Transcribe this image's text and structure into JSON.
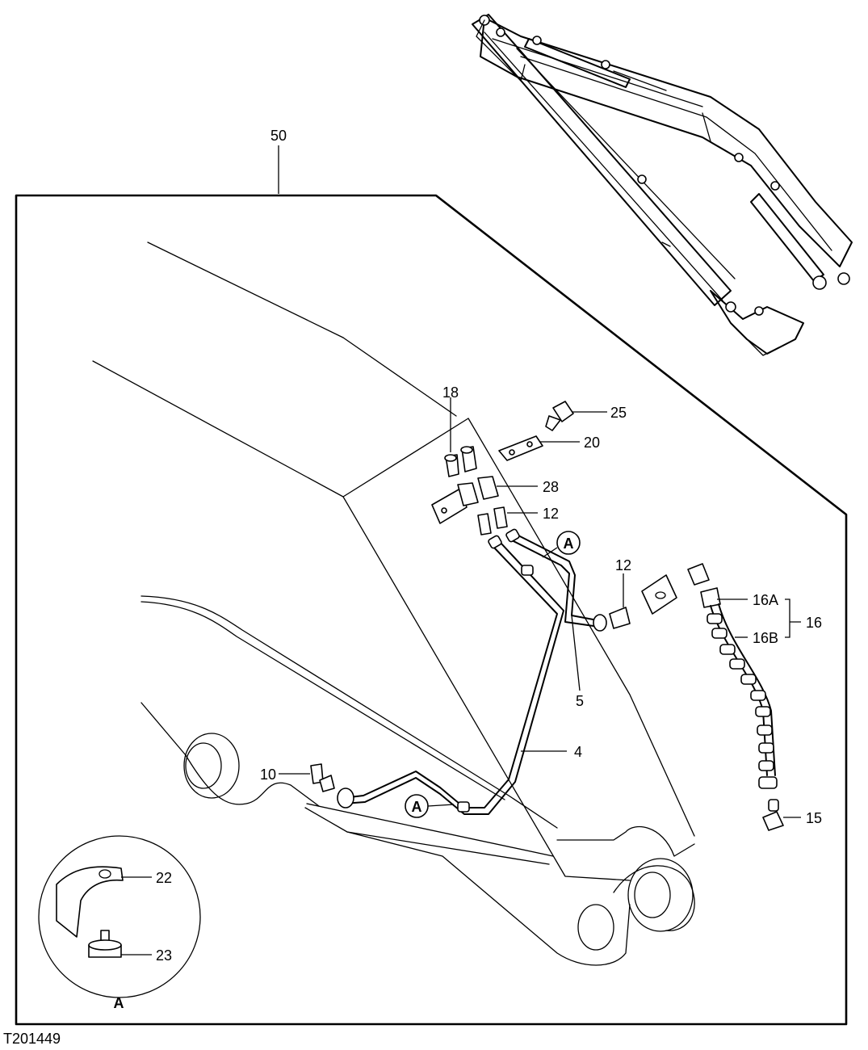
{
  "figure_code": "T201449",
  "callouts": {
    "c50": "50",
    "c18": "18",
    "c25": "25",
    "c20": "20",
    "c28": "28",
    "c12a": "12",
    "c12b": "12",
    "c16A": "16A",
    "c16": "16",
    "c16B": "16B",
    "c5": "5",
    "c4": "4",
    "c10": "10",
    "c15": "15",
    "c22": "22",
    "c23": "23"
  },
  "detail_markers": {
    "marker_upper": "A",
    "marker_lower": "A",
    "detail_label": "A"
  }
}
